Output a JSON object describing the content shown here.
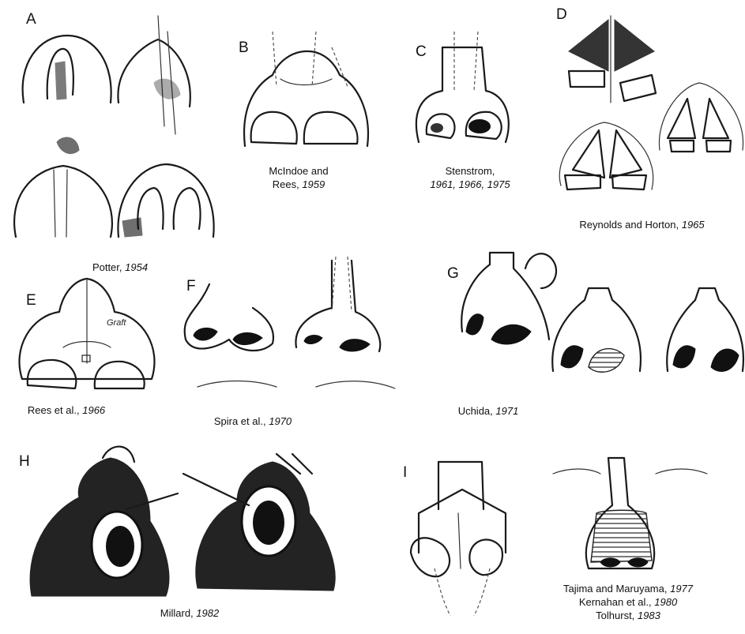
{
  "panels": [
    {
      "letter": "A",
      "caption_author": "Potter,",
      "caption_year": "1954"
    },
    {
      "letter": "B",
      "caption_author": "McIndoe and",
      "caption_author2": "Rees,",
      "caption_year": "1959"
    },
    {
      "letter": "C",
      "caption_author": "Stenstrom,",
      "caption_year": "1961, 1966, 1975"
    },
    {
      "letter": "D",
      "caption_author": "Reynolds and Horton,",
      "caption_year": "1965"
    },
    {
      "letter": "E",
      "caption_author": "Rees et al.,",
      "caption_year": "1966",
      "label": "Graft"
    },
    {
      "letter": "F",
      "caption_author": "Spira et al.,",
      "caption_year": "1970"
    },
    {
      "letter": "G",
      "caption_author": "Uchida,",
      "caption_year": "1971"
    },
    {
      "letter": "H",
      "caption_author": "Millard,",
      "caption_year": "1982"
    },
    {
      "letter": "I",
      "caption_lines": [
        {
          "author": "Tajima and Maruyama,",
          "year": "1977"
        },
        {
          "author": "Kernahan et al.,",
          "year": "1980"
        },
        {
          "author": "Tolhurst,",
          "year": "1983"
        }
      ]
    }
  ]
}
